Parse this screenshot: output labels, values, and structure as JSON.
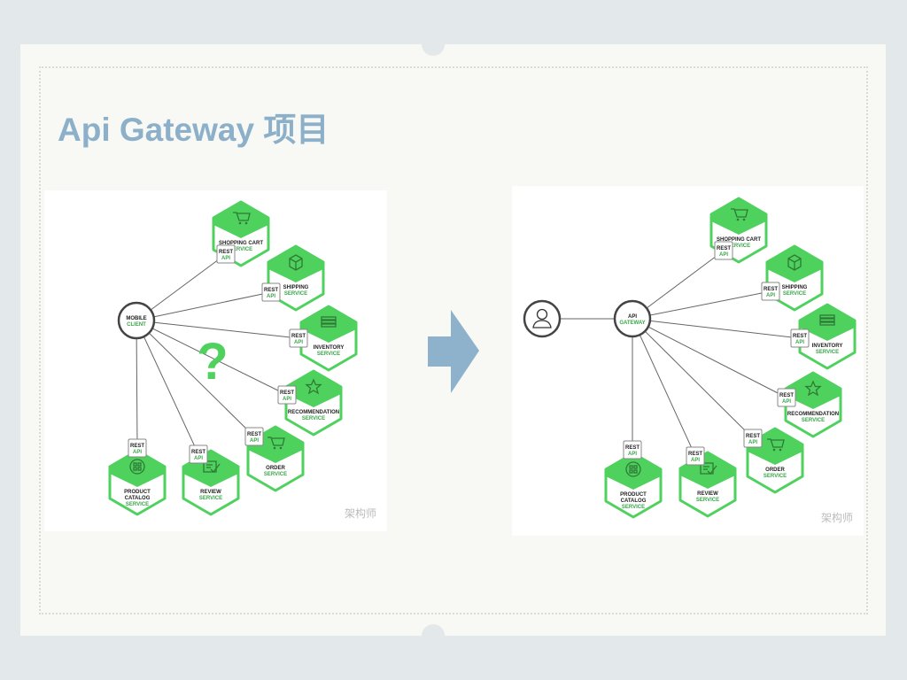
{
  "slide": {
    "title": "Api Gateway 项目"
  },
  "colors": {
    "title": "#8cb0ca",
    "accent_green": "#4fd15e",
    "service_text": "#3aa64a",
    "arrow": "#8fb2cc"
  },
  "left_diagram": {
    "hub": {
      "line1": "MOBILE",
      "line2": "CLIENT"
    },
    "question_mark": "?",
    "watermark": "架构师",
    "services": [
      {
        "name": "SHOPPING CART",
        "sub": "SERVICE",
        "icon": "cart-icon",
        "api1": "REST",
        "api2": "API"
      },
      {
        "name": "SHIPPING",
        "sub": "SERVICE",
        "icon": "package-icon",
        "api1": "REST",
        "api2": "API"
      },
      {
        "name": "INVENTORY",
        "sub": "SERVICE",
        "icon": "stack-icon",
        "api1": "REST",
        "api2": "API"
      },
      {
        "name": "RECOMMENDATION",
        "sub": "SERVICE",
        "icon": "star-icon",
        "api1": "REST",
        "api2": "API"
      },
      {
        "name": "ORDER",
        "sub": "SERVICE",
        "icon": "order-cart-icon",
        "api1": "REST",
        "api2": "API"
      },
      {
        "name": "REVIEW",
        "sub": "SERVICE",
        "icon": "review-icon",
        "api1": "REST",
        "api2": "API"
      },
      {
        "name": "PRODUCT CATALOG",
        "sub": "SERVICE",
        "icon": "catalog-icon",
        "api1": "REST",
        "api2": "API"
      }
    ]
  },
  "right_diagram": {
    "user_icon": "user-icon",
    "hub": {
      "line1": "API",
      "line2": "GATEWAY"
    },
    "watermark": "架构师",
    "services": [
      {
        "name": "SHOPPING CART",
        "sub": "SERVICE",
        "icon": "cart-icon",
        "api1": "REST",
        "api2": "API"
      },
      {
        "name": "SHIPPING",
        "sub": "SERVICE",
        "icon": "package-icon",
        "api1": "REST",
        "api2": "API"
      },
      {
        "name": "INVENTORY",
        "sub": "SERVICE",
        "icon": "stack-icon",
        "api1": "REST",
        "api2": "API"
      },
      {
        "name": "RECOMMENDATION",
        "sub": "SERVICE",
        "icon": "star-icon",
        "api1": "REST",
        "api2": "API"
      },
      {
        "name": "ORDER",
        "sub": "SERVICE",
        "icon": "order-cart-icon",
        "api1": "REST",
        "api2": "API"
      },
      {
        "name": "REVIEW",
        "sub": "SERVICE",
        "icon": "review-icon",
        "api1": "REST",
        "api2": "API"
      },
      {
        "name": "PRODUCT CATALOG",
        "sub": "SERVICE",
        "icon": "catalog-icon",
        "api1": "REST",
        "api2": "API"
      }
    ]
  }
}
